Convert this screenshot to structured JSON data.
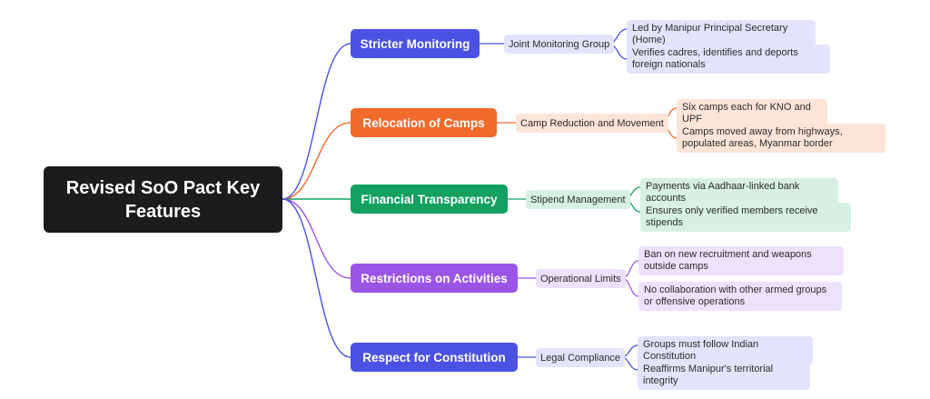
{
  "root": {
    "title": "Revised SoO Pact Key Features"
  },
  "branches": [
    {
      "label": "Stricter Monitoring",
      "color": "#4b52e3",
      "child": "Joint Monitoring Group",
      "leaves": [
        "Led by Manipur Principal Secretary (Home)",
        "Verifies cadres, identifies and deports foreign nationals"
      ]
    },
    {
      "label": "Relocation of Camps",
      "color": "#f26a2c",
      "child": "Camp Reduction and Movement",
      "leaves": [
        "Six camps each for KNO and UPF",
        "Camps moved away from highways, populated areas, Myanmar border"
      ]
    },
    {
      "label": "Financial Transparency",
      "color": "#13a061",
      "child": "Stipend Management",
      "leaves": [
        "Payments via Aadhaar-linked bank accounts",
        "Ensures only verified members receive stipends"
      ]
    },
    {
      "label": "Restrictions on Activities",
      "color": "#9b55e6",
      "child": "Operational Limits",
      "leaves": [
        "Ban on new recruitment and weapons outside camps",
        "No collaboration with other armed groups or offensive operations"
      ]
    },
    {
      "label": "Respect for Constitution",
      "color": "#4b52e3",
      "child": "Legal Compliance",
      "leaves": [
        "Groups must follow Indian Constitution",
        "Reaffirms Manipur's territorial integrity"
      ]
    }
  ]
}
